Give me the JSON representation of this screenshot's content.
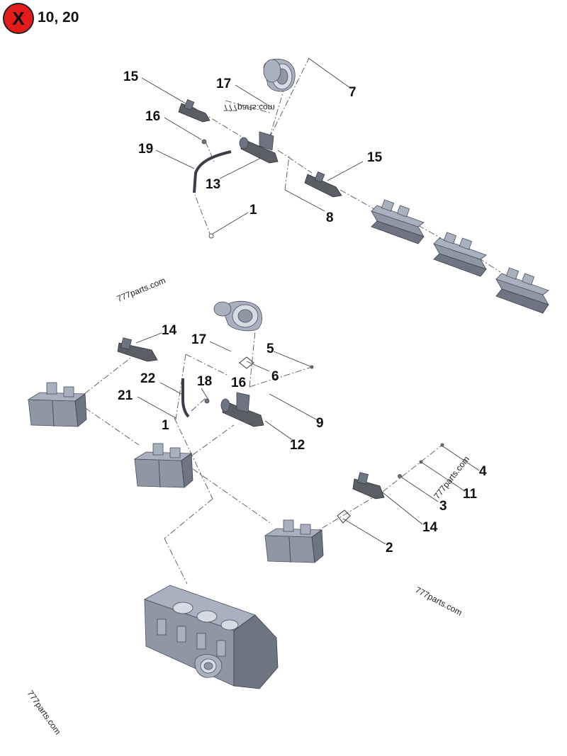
{
  "badge": {
    "symbol": "X",
    "label": "10, 20",
    "color": "#e31b1b"
  },
  "watermarks": [
    "777parts.com",
    "777parts.com",
    "777parts.com",
    "777parts.com",
    "777parts.com"
  ],
  "callouts": {
    "upper": [
      "15",
      "17",
      "7",
      "16",
      "19",
      "13",
      "15",
      "1",
      "8"
    ],
    "lower": [
      "14",
      "17",
      "5",
      "6",
      "22",
      "18",
      "16",
      "21",
      "1",
      "9",
      "12",
      "4",
      "11",
      "3",
      "14",
      "2"
    ]
  },
  "parts": [
    "turbocharger",
    "exhaust-manifold-section",
    "oil-drain-tube",
    "cylinder-head",
    "engine-block",
    "elbow",
    "gasket",
    "bolt"
  ]
}
